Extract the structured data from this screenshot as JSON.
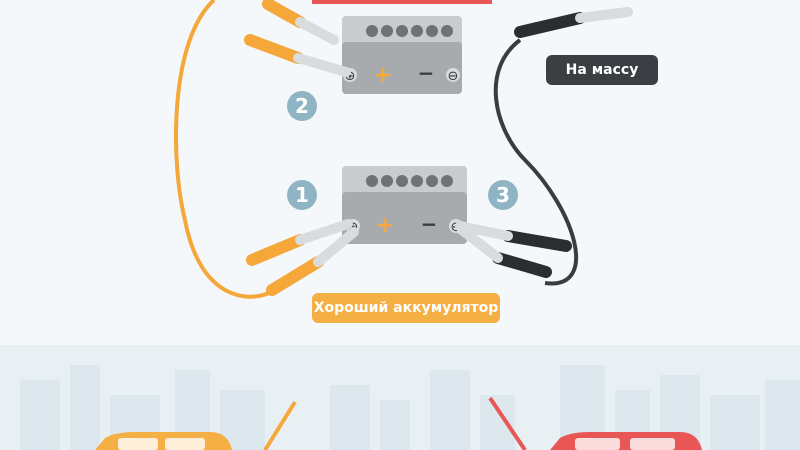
{
  "labels": {
    "ground": "На массу",
    "good_battery": "Хороший аккумулятор"
  },
  "steps": [
    "2",
    "1",
    "3"
  ],
  "battery": {
    "plus_sign": "+",
    "minus_sign": "−",
    "plus_terminal": "⊕",
    "minus_terminal": "⊖"
  },
  "colors": {
    "background": "#f4f8fb",
    "battery_body": "#a8abad",
    "battery_top": "#c9cbcc",
    "battery_cell": "#6e7275",
    "red_cable": "#f5a73a",
    "black_cable": "#3a3d40",
    "clamp_orange": "#f5a73a",
    "clamp_black": "#2b2d30",
    "clamp_metal": "#d9dcde",
    "ground_label_bg": "#3b3e42",
    "good_label_bg": "#f5b045",
    "step_circle": "#8fb4c3",
    "plus_color": "#f5a73a",
    "city_silhouette": "#dde8ee",
    "car_left": "#f5b045",
    "car_right": "#e85656"
  }
}
